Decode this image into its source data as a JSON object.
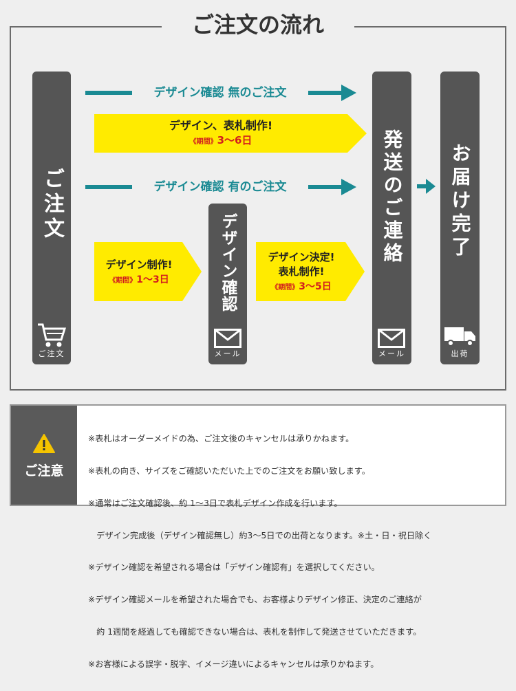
{
  "title": "ご注文の流れ",
  "arrows": {
    "no_confirm": "デザイン確認 無のご注文",
    "with_confirm": "デザイン確認 有のご注文"
  },
  "box_no_confirm": {
    "line1": "デザイン、表札制作!",
    "period_label": "《期間》",
    "period_value": "3〜6日"
  },
  "box_design": {
    "line1": "デザイン制作!",
    "period_label": "《期間》",
    "period_value": "1〜3日"
  },
  "box_decide": {
    "line1": "デザイン決定!",
    "line2": "表札制作!",
    "period_label": "《期間》",
    "period_value": "3〜5日"
  },
  "columns": {
    "order": {
      "label": "ご注文",
      "caption": "ご注文",
      "icon": "cart-icon"
    },
    "design_confirm": {
      "label": "デザイン確認",
      "caption": "メール",
      "icon": "mail-icon"
    },
    "shipping_notice": {
      "label": "発送のご連絡",
      "caption": "メール",
      "icon": "mail-icon"
    },
    "delivery": {
      "label": "お届け完了",
      "caption": "出荷",
      "icon": "truck-icon"
    }
  },
  "caution": {
    "heading": "ご注意",
    "lines": [
      "※表札はオーダーメイドの為、ご注文後のキャンセルは承りかねます。",
      "※表札の向き、サイズをご確認いただいた上でのご注文をお願い致します。",
      "※通常はご注文確認後、約 1〜3日で表札デザイン作成を行います。",
      "　デザイン完成後（デザイン確認無し）約3〜5日での出荷となります。※土・日・祝日除く",
      "※デザイン確認を希望される場合は「デザイン確認有」を選択してください。",
      "※デザイン確認メールを希望された場合でも、お客様よりデザイン修正、決定のご連絡が",
      "　約 1週間を経過しても確認できない場合は、表札を制作して発送させていただきます。",
      "※お客様による誤字・脱字、イメージ違いによるキャンセルは承りかねます。"
    ]
  },
  "colors": {
    "teal": "#1a8a93",
    "yellow": "#ffeb00",
    "red": "#d21e1e",
    "dark": "#555555"
  }
}
